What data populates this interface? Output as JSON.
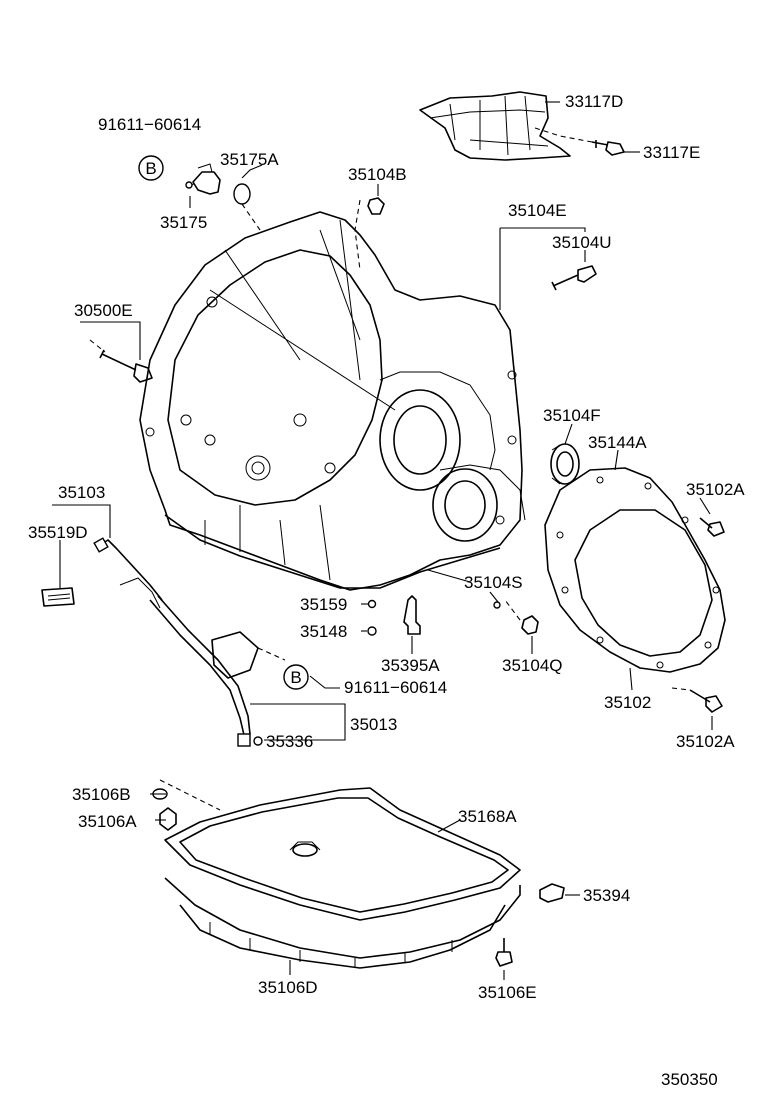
{
  "diagram": {
    "labels": {
      "p91611_top": "91611−60614",
      "p35175A": "35175A",
      "p35175": "35175",
      "pB_top": "B",
      "p35104B": "35104B",
      "p33117D": "33117D",
      "p33117E": "33117E",
      "p35104E": "35104E",
      "p35104U": "35104U",
      "p30500E": "30500E",
      "p35104F": "35104F",
      "p35144A": "35144A",
      "p35103": "35103",
      "p35519D": "35519D",
      "p35102A_top": "35102A",
      "p35104S": "35104S",
      "p35159": "35159",
      "p35148": "35148",
      "p35395A": "35395A",
      "p35104Q": "35104Q",
      "pB_bottom": "B",
      "p91611_bottom": "91611−60614",
      "p35102": "35102",
      "p35013": "35013",
      "p35336": "35336",
      "p35102A_bottom": "35102A",
      "p35106B": "35106B",
      "p35106A": "35106A",
      "p35168A": "35168A",
      "p35394": "35394",
      "p35106D": "35106D",
      "p35106E": "35106E",
      "catalog_number": "350350"
    }
  }
}
